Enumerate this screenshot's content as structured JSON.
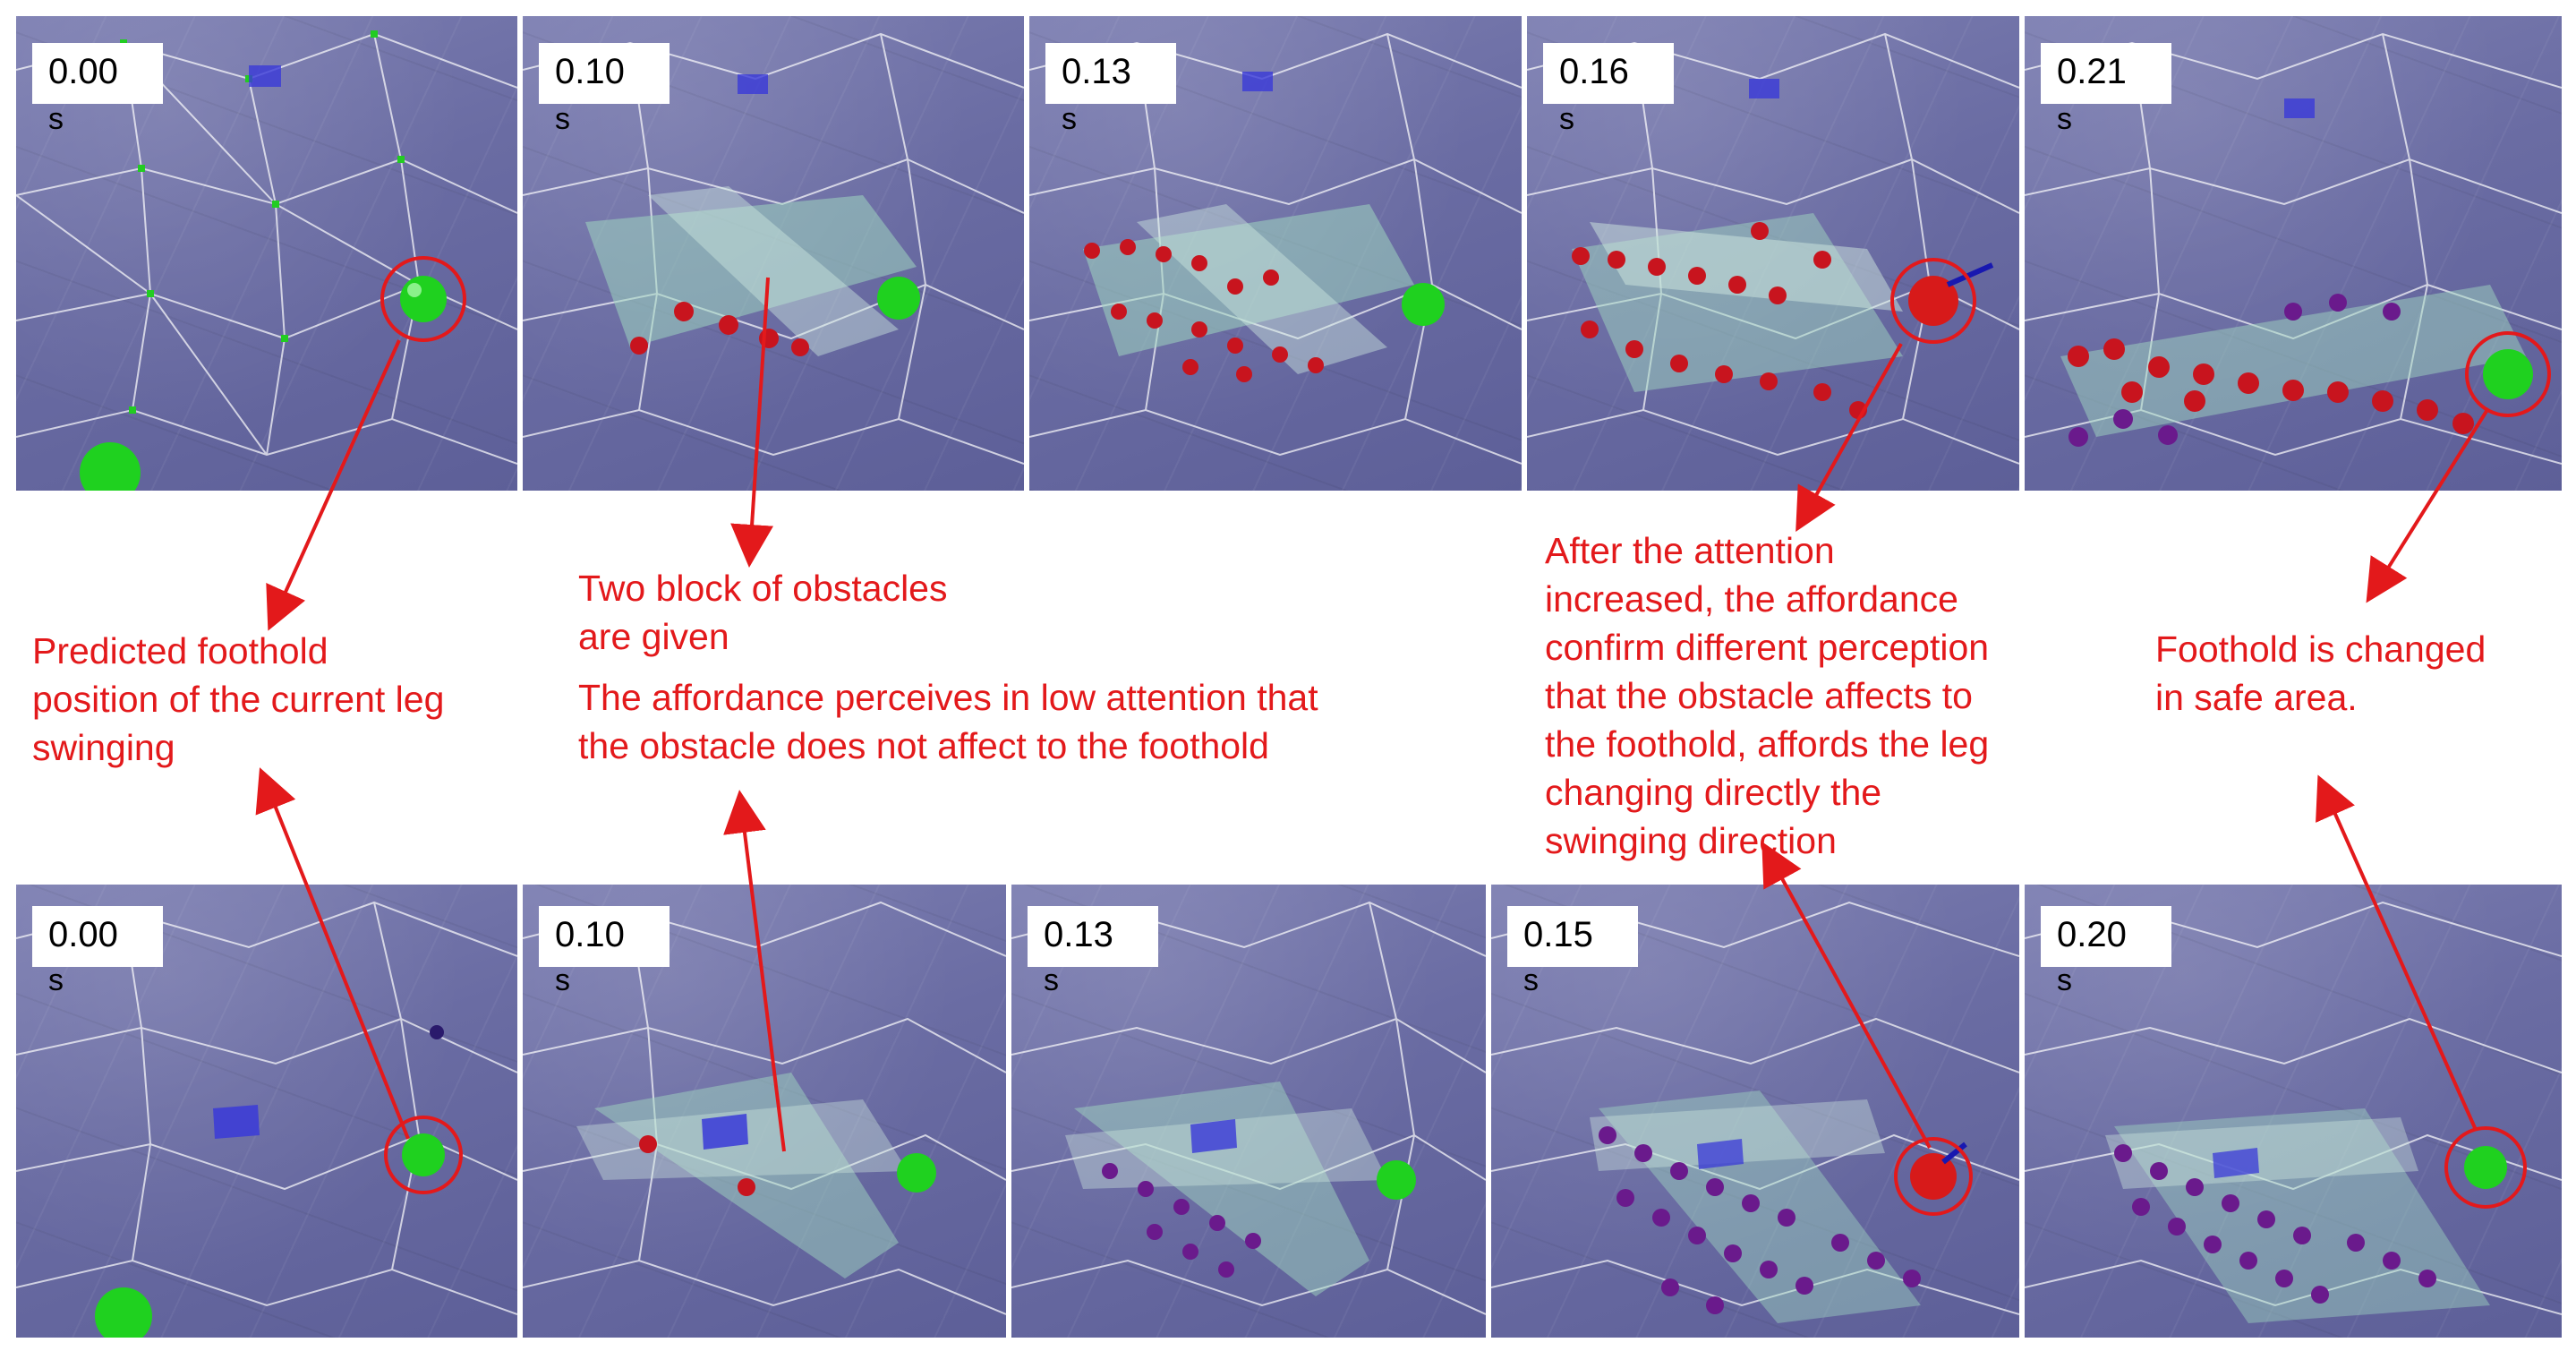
{
  "top_row": [
    {
      "time": "0.00",
      "unit": "s"
    },
    {
      "time": "0.10",
      "unit": "s"
    },
    {
      "time": "0.13",
      "unit": "s"
    },
    {
      "time": "0.16",
      "unit": "s"
    },
    {
      "time": "0.21",
      "unit": "s"
    }
  ],
  "bottom_row": [
    {
      "time": "0.00",
      "unit": "s"
    },
    {
      "time": "0.10",
      "unit": "s"
    },
    {
      "time": "0.13",
      "unit": "s"
    },
    {
      "time": "0.15",
      "unit": "s"
    },
    {
      "time": "0.20",
      "unit": "s"
    }
  ],
  "annotations": {
    "predicted_foothold": "Predicted foothold\nposition of the current leg\nswinging",
    "two_blocks": "Two block of obstacles\nare given",
    "low_attention": "The affordance perceives in low attention that\nthe obstacle does not affect to the foothold",
    "attention_increased": "After the attention\nincreased, the affordance\nconfirm different perception\nthat the obstacle affects to\nthe foothold, affords the leg\nchanging directly the\nswinging direction",
    "foothold_changed": "Foothold is changed\nin safe area."
  },
  "colors": {
    "annotation": "#e3191b",
    "terrain": "#6a6ca3",
    "foothold_sphere": "#1fd11f",
    "obstacle_point": "#c8141e",
    "affordance_point": "#6a1a8c",
    "obstacle_block": "#9fd6c0"
  }
}
